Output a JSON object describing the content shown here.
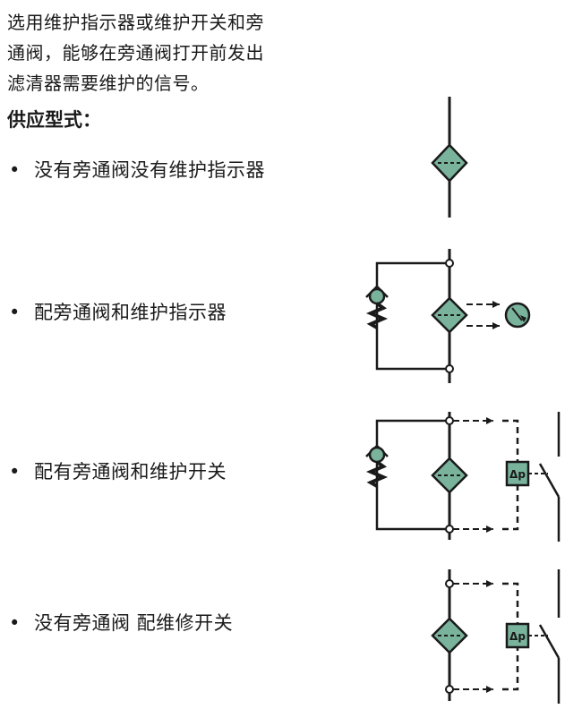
{
  "intro": {
    "line1": "选用维护指示器或维护开关和旁",
    "line2": "通阀，能够在旁通阀打开前发出",
    "line3": "滤清器需要维护的信号。"
  },
  "heading": "供应型式：",
  "bullet_glyph": "•",
  "options": [
    {
      "label": "没有旁通阀没有维护指示器"
    },
    {
      "label": "配旁通阀和维护指示器"
    },
    {
      "label": "配有旁通阀和维护开关"
    },
    {
      "label": "没有旁通阀  配维修开关"
    }
  ],
  "switch_label": "Δp",
  "colors": {
    "fill": "#79b39c",
    "stroke": "#1a1a1a",
    "text": "#1a1a1a"
  }
}
